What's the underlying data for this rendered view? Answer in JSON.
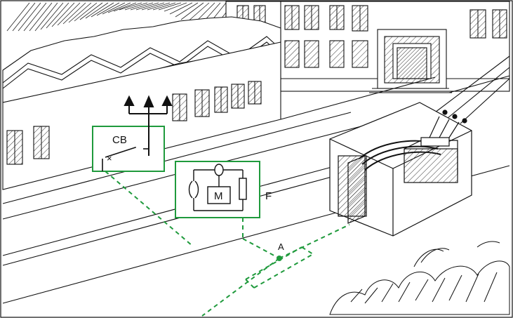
{
  "labels": {
    "cb": "CB",
    "motor": "M",
    "f": "F",
    "a": "A"
  },
  "colors": {
    "line": "#111111",
    "accent": "#1f9a3c",
    "hatch": "#3a3a3a",
    "background": "#ffffff"
  }
}
